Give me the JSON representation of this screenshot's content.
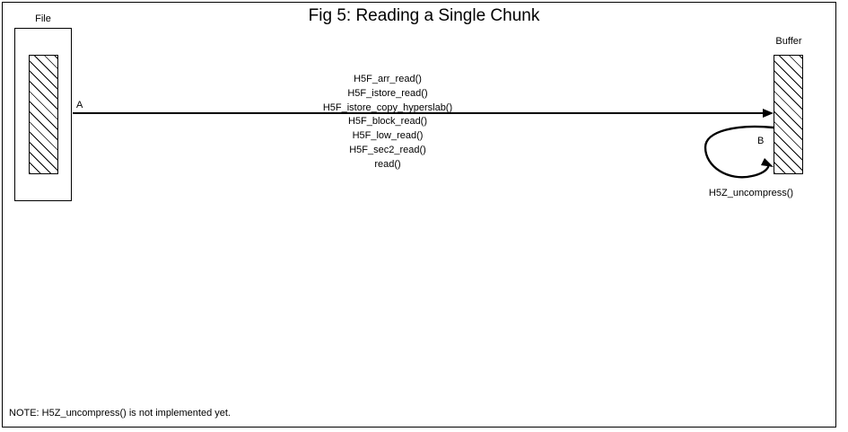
{
  "figure": {
    "title": "Fig 5:  Reading a Single Chunk"
  },
  "colors": {
    "stroke": "#000000",
    "background": "#ffffff",
    "hatch": "#000000"
  },
  "file_node": {
    "label": "File",
    "chunk_name": "file-chunk",
    "fill": "diagonal-hatch"
  },
  "buffer_node": {
    "label": "Buffer",
    "fill": "diagonal-hatch"
  },
  "edges": [
    {
      "id": "A",
      "label": "A",
      "from": "File",
      "to": "Buffer",
      "kind": "straight-arrow"
    },
    {
      "id": "B",
      "label": "B",
      "from": "Buffer",
      "to": "Buffer",
      "kind": "self-loop-arrow",
      "annotation": "H5Z_uncompress()"
    }
  ],
  "call_stack": {
    "name": "read-call-stack",
    "lines": [
      "H5F_arr_read()",
      "H5F_istore_read()",
      "H5F_istore_copy_hyperslab()",
      "H5F_block_read()",
      "H5F_low_read()",
      "H5F_sec2_read()",
      "read()"
    ]
  },
  "footer": {
    "note": "NOTE: H5Z_uncompress() is not implemented yet."
  }
}
